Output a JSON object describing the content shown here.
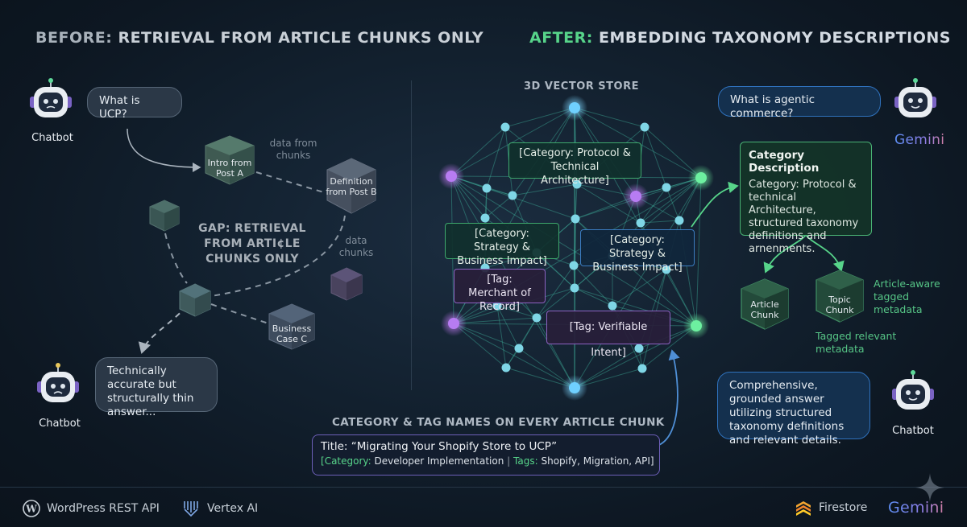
{
  "headings": {
    "before_prefix": "BEFORE:",
    "before_main": "RETRIEVAL FROM ARTICLE CHUNKS ONLY",
    "after_prefix": "AFTER:",
    "after_main": "EMBEDDING TAXONOMY DESCRIPTIONS"
  },
  "before": {
    "chatbot_top_label": "Chatbot",
    "question": "What is UCP?",
    "cube_post_a": "Intro from Post A",
    "note_data_chunks_1": "data from chunks",
    "cube_post_b": "Definition from Post B",
    "gap_text": "GAP: RETRIEVAL FROM ARTI¢LE CHUNKS ONLY",
    "note_data_chunks_2": "data chunks",
    "cube_business": "Business Case C",
    "answer": "Technically accurate but structurally thin answer...",
    "chatbot_bottom_label": "Chatbot"
  },
  "after": {
    "store_title": "3D VECTOR STORE",
    "cat_protocol": "[Category: Protocol & Technical Architecture]",
    "cat_strategy_left": "[Category: Strategy & Business Impact]",
    "cat_strategy_right": "[Category: Strategy & Business Impact]",
    "tag_merchant": "[Tag: Merchant of Record]",
    "tag_verifiable": "[Tag: Verifiable Intent]",
    "question": "What is agentic commerce?",
    "gemini_label": "Gemini",
    "desc_title": "Category Description",
    "desc_body": "Category: Protocol & technical Architecture, structured taxonomy definitions and arnenments.",
    "chunk_article": "Article Chunk",
    "chunk_topic": "Topic Chunk",
    "note_article_aware": "Article-aware tagged metadata",
    "note_tagged_relevant": "Tagged relevant metadata",
    "answer": "Comprehensive, grounded answer utilizing structured taxonomy definitions and relevant details.",
    "chatbot_label": "Chatbot"
  },
  "bottom": {
    "title": "CATEGORY & TAG NAMES ON EVERY ARTICLE CHUNK",
    "article_title": "Title: “Migrating Your Shopify Store to UCP”",
    "meta_open": "[",
    "meta_category_key": "Category:",
    "meta_category_val": "Developer Implementation",
    "meta_sep": "|",
    "meta_tags_key": "Tags:",
    "meta_tags_val": "Shopify, Migration, API]"
  },
  "footer": {
    "wordpress": "WordPress REST API",
    "vertex": "Vertex AI",
    "firestore": "Firestore",
    "gemini": "Gemini"
  },
  "colors": {
    "accent_green": "#57d48a",
    "accent_blue": "#3b7cc0",
    "accent_purple": "#8d62c2",
    "node_cyan": "#7fd6e6",
    "background": "#12202e"
  },
  "icons": [
    "robot-icon",
    "cube-icon",
    "wordpress-icon",
    "vertex-ai-icon",
    "firestore-icon",
    "sparkle-icon"
  ]
}
